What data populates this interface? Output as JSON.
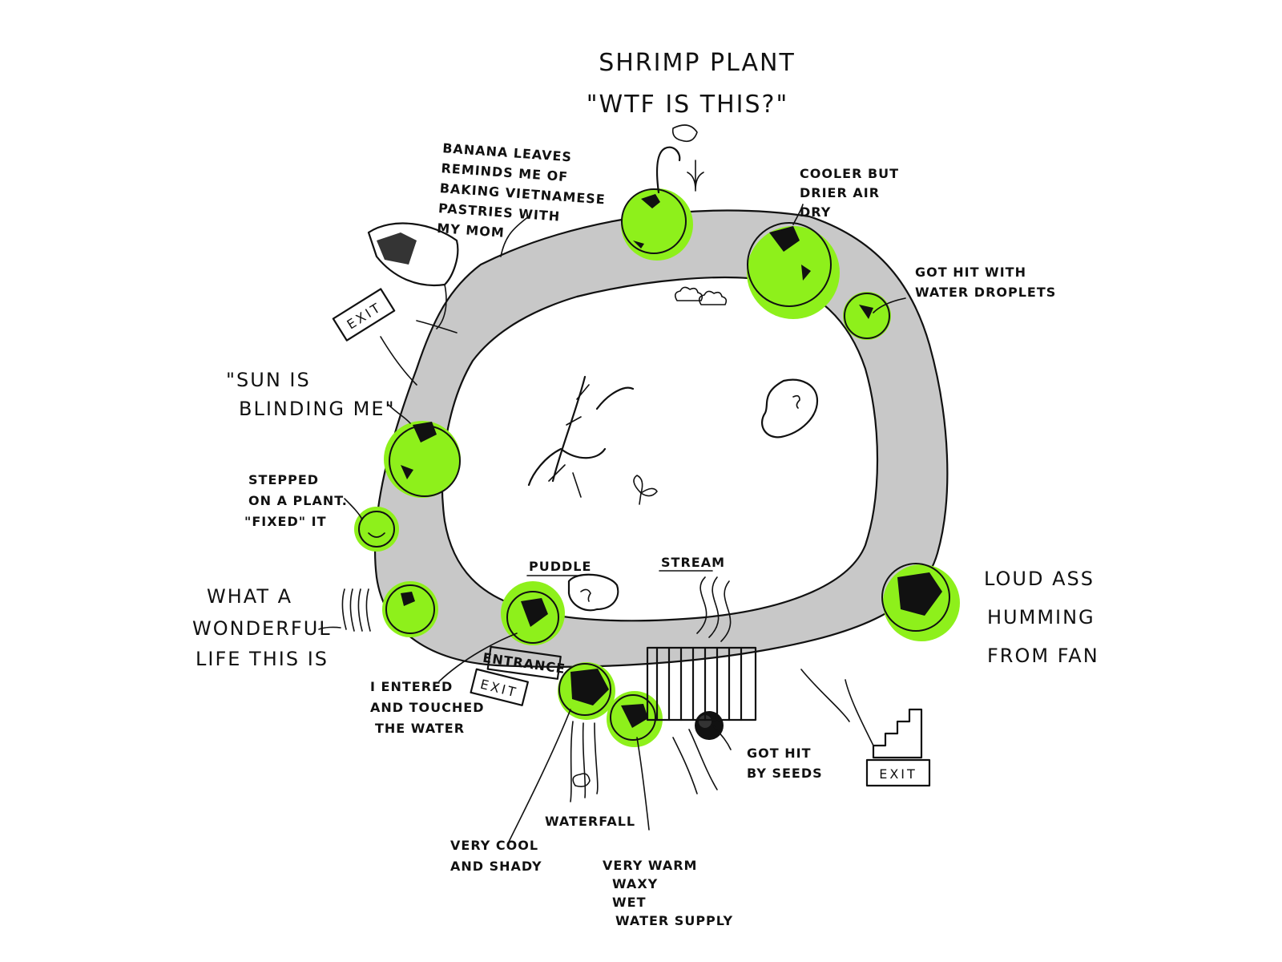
{
  "title": {
    "line1": "SHRIMP PLANT",
    "line2": "\"WTF IS THIS?\""
  },
  "notes": {
    "banana": [
      "BANANA LEAVES",
      "REMINDS ME OF",
      "BAKING VIETNAMESE",
      "PASTRIES WITH",
      "MY MOM"
    ],
    "cooler": [
      "COOLER BUT",
      "DRIER AIR",
      "DRY"
    ],
    "droplets": [
      "GOT HIT WITH",
      "WATER DROPLETS"
    ],
    "sun": [
      "\"SUN IS",
      "BLINDING ME\""
    ],
    "stepped": [
      "STEPPED",
      "ON A PLANT.",
      "\"FIXED\" IT"
    ],
    "wonderful": [
      "WHAT A",
      "WONDERFUL",
      "LIFE THIS IS"
    ],
    "entered": [
      "I ENTERED",
      "AND TOUCHED",
      "THE WATER"
    ],
    "loud": [
      "LOUD ASS",
      "HUMMING",
      "FROM FAN"
    ],
    "seeds": [
      "GOT HIT",
      "BY SEEDS"
    ],
    "cool_shady": [
      "VERY COOL",
      "AND SHADY"
    ],
    "waterfall": [
      "WATERFALL"
    ],
    "warm": [
      "VERY WARM",
      "WAXY",
      "WET",
      "WATER SUPPLY"
    ]
  },
  "features": {
    "puddle": "PUDDLE",
    "stream": "STREAM",
    "entrance": "ENTRANCE"
  },
  "signs": {
    "exit_left": "EXIT",
    "exit_bottom": "EXIT",
    "exit_right": "EXIT"
  },
  "colors": {
    "path": "#c8c8c8",
    "highlight": "#8ef01b",
    "ink": "#111111"
  },
  "icons": [
    "banana-leaf-icon",
    "shrimp-plant-icon",
    "fern-icon",
    "sprout-icon",
    "rock-icon",
    "bridge-icon",
    "stairs-icon",
    "wind-lines-icon",
    "bush-icon"
  ]
}
